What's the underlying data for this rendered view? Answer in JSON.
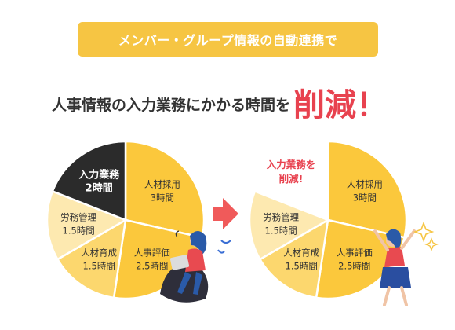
{
  "banner": {
    "text": "メンバー・グループ情報の自動連携で"
  },
  "headline": {
    "text": "人事情報の入力業務にかかる時間を",
    "emphasis": "削減！"
  },
  "colors": {
    "banner": "#f6c543",
    "emphasis": "#e8424f",
    "dark": "#2b2b2b",
    "yellow1": "#fbc83c",
    "yellow2": "#fcd76e",
    "yellow3": "#fde9b0",
    "arrow": "#f05a5a"
  },
  "chart_data": [
    {
      "type": "pie",
      "title": "",
      "slices": [
        {
          "label": "人材採用",
          "value_label": "3時間",
          "value": 3
        },
        {
          "label": "人事評価",
          "value_label": "2.5時間",
          "value": 2.5
        },
        {
          "label": "人材育成",
          "value_label": "1.5時間",
          "value": 1.5
        },
        {
          "label": "労務管理",
          "value_label": "1.5時間",
          "value": 1.5
        },
        {
          "label": "入力業務",
          "value_label": "2時間",
          "value": 2
        }
      ]
    },
    {
      "type": "pie",
      "title": "",
      "slices": [
        {
          "label": "人材採用",
          "value_label": "3時間",
          "value": 3
        },
        {
          "label": "人事評価",
          "value_label": "2.5時間",
          "value": 2.5
        },
        {
          "label": "人材育成",
          "value_label": "1.5時間",
          "value": 1.5
        },
        {
          "label": "労務管理",
          "value_label": "1.5時間",
          "value": 1.5
        }
      ],
      "annotation": "入力業務を\n削減!"
    }
  ]
}
